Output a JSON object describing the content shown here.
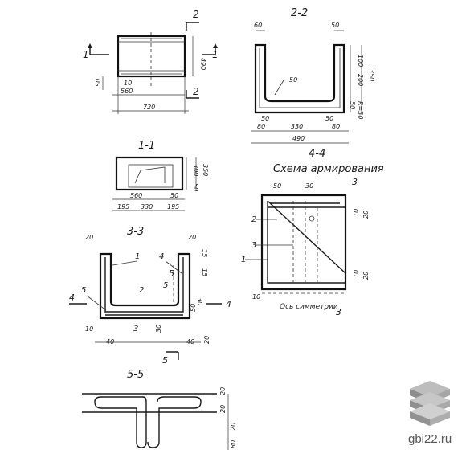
{
  "watermark": {
    "text": "gbi22.ru",
    "icon": "stacked-slabs-logo"
  },
  "plan": {
    "section_marks": [
      "1",
      "1",
      "2",
      "2"
    ],
    "dims": [
      "490",
      "50",
      "10",
      "560",
      "720"
    ]
  },
  "sec22": {
    "title": "2-2",
    "dims": [
      "60",
      "50",
      "100",
      "200",
      "350",
      "50",
      "50",
      "R=30",
      "50",
      "50",
      "80",
      "330",
      "80",
      "490"
    ]
  },
  "sec11": {
    "title": "1-1",
    "dims": [
      "300",
      "350",
      "50",
      "50",
      "560",
      "195",
      "330",
      "195"
    ]
  },
  "sec44": {
    "title": "4-4",
    "subtitle": "Схема армирования",
    "dims": [
      "50",
      "30",
      "10",
      "20",
      "10",
      "20",
      "10"
    ],
    "labels": [
      "2",
      "3",
      "1"
    ],
    "marks": [
      "3",
      "3"
    ],
    "axis_label": "Ось симметрии"
  },
  "sec33": {
    "title": "3-3",
    "dims": [
      "20",
      "20",
      "15",
      "15",
      "30",
      "30",
      "10",
      "40",
      "40",
      "20",
      "50"
    ],
    "labels": [
      "1",
      "4",
      "2",
      "5",
      "5",
      "3"
    ],
    "marks": [
      "4",
      "4",
      "5",
      "5"
    ]
  },
  "sec55": {
    "title": "5-5",
    "dims": [
      "20",
      "20",
      "20",
      "80"
    ]
  }
}
